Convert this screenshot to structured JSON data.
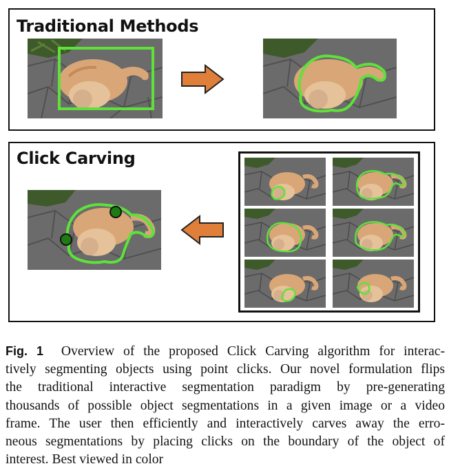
{
  "figure": {
    "panel_top_title": "Traditional Methods",
    "panel_bottom_title": "Click Carving",
    "arrow_color": "#e07f3a",
    "outline_color": "#5ee23a",
    "click_marker_color": "#1e7a12"
  },
  "caption": {
    "label": "Fig. 1",
    "lines": [
      "Overview of the proposed Click Carving algorithm for interac-",
      "tively segmenting objects using point clicks. Our novel formulation flips",
      "the traditional interactive segmentation paradigm by pre-generating",
      "thousands of possible object segmentations in a given image or a video",
      "frame. The user then efficiently and interactively carves away the erro-",
      "neous segmentations by placing clicks on the boundary of the object of",
      "interest. Best viewed in color"
    ]
  }
}
